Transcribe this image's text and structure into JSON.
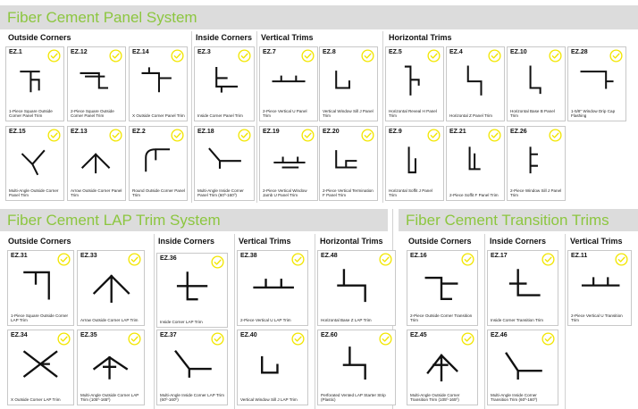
{
  "sections": {
    "panel": "Fiber Cement Panel System",
    "lap": "Fiber Cement LAP Trim System",
    "transition": "Fiber Cement Transition Trims"
  },
  "groups": {
    "panel_outside": "Outside Corners",
    "panel_inside": "Inside Corners",
    "panel_vertical": "Vertical Trims",
    "panel_horizontal": "Horizontal Trims",
    "lap_outside": "Outside Corners",
    "lap_inside": "Inside Corners",
    "lap_vertical": "Vertical Trims",
    "lap_horizontal": "Horizontal Trims",
    "trans_outside": "Outside Corners",
    "trans_inside": "Inside Corners",
    "trans_vertical": "Vertical Trims"
  },
  "colors": {
    "accent_green": "#8cc63f",
    "banner_gray": "#dcdcdc",
    "check_yellow": "#f2e600"
  },
  "icons": {
    "check": "check-circle-icon"
  },
  "products": [
    {
      "code": "EZ.1",
      "caption": "1-Piece Square Outside Corner Panel Trim"
    },
    {
      "code": "EZ.12",
      "caption": "2-Piece Square Outside Corner Panel Trim"
    },
    {
      "code": "EZ.14",
      "caption": "X Outside Corner Panel Trim"
    },
    {
      "code": "EZ.3",
      "caption": "Inside Corner Panel Trim"
    },
    {
      "code": "EZ.7",
      "caption": "2-Piece Vertical U Panel Trim"
    },
    {
      "code": "EZ.8",
      "caption": "Vertical Window Sill J Panel Trim"
    },
    {
      "code": "EZ.5",
      "caption": "Horizontal Reveal H Panel Trim"
    },
    {
      "code": "EZ.4",
      "caption": "Horizontal Z Panel Trim"
    },
    {
      "code": "EZ.10",
      "caption": "Horizontal Base B Panel Trim"
    },
    {
      "code": "EZ.28",
      "caption": "1-5/8\" Window Drip Cap Flashing"
    },
    {
      "code": "EZ.15",
      "caption": "Multi-Angle Outside Corner Panel Trim"
    },
    {
      "code": "EZ.13",
      "caption": "Arrow Outside Corner Panel Trim"
    },
    {
      "code": "EZ.2",
      "caption": "Round Outside Corner Panel Trim"
    },
    {
      "code": "EZ.18",
      "caption": "Multi-Angle Inside Corner Panel Trim (60º-160º)"
    },
    {
      "code": "EZ.19",
      "caption": "2-Piece Vertical Window Jamb U Panel Trim"
    },
    {
      "code": "EZ.20",
      "caption": "2-Piece Vertical Termination F Panel Trim"
    },
    {
      "code": "EZ.9",
      "caption": "Horizontal Soffit J Panel Trim"
    },
    {
      "code": "EZ.21",
      "caption": "2-Piece Soffit F Panel Trim"
    },
    {
      "code": "EZ.26",
      "caption": "2-Piece Window Sill J Panel Trim"
    },
    {
      "code": "EZ.31",
      "caption": "1-Piece Square Outside Corner LAP Trim"
    },
    {
      "code": "EZ.33",
      "caption": "Arrow Outside Corner LAP Trim"
    },
    {
      "code": "EZ.36",
      "caption": "Inside Corner LAP Trim"
    },
    {
      "code": "EZ.38",
      "caption": "2-Piece Vertical U LAP Trim"
    },
    {
      "code": "EZ.48",
      "caption": "Horizontal Base Z LAP Trim"
    },
    {
      "code": "EZ.34",
      "caption": "X Outside Corner LAP Trim"
    },
    {
      "code": "EZ.35",
      "caption": "Multi-Angle Outside Corner LAP Trim (105º-165º)"
    },
    {
      "code": "EZ.37",
      "caption": "Multi-Angle Inside Corner LAP Trim (60º-160º)"
    },
    {
      "code": "EZ.40",
      "caption": "Vertical Window Sill J LAP Trim"
    },
    {
      "code": "EZ.60",
      "caption": "Perforated Vented LAP Starter Strip (Plastic)"
    },
    {
      "code": "EZ.16",
      "caption": "2-Piece Outside Corner Transition Trim"
    },
    {
      "code": "EZ.17",
      "caption": "Inside Corner Transition Trim"
    },
    {
      "code": "EZ.11",
      "caption": "2-Piece Vertical U Transition Trim"
    },
    {
      "code": "EZ.45",
      "caption": "Multi-Angle Outside Corner Transition Trim (105º-165º)"
    },
    {
      "code": "EZ.46",
      "caption": "Multi-Angle Inside Corner Transition Trim (60º-160º)"
    }
  ]
}
